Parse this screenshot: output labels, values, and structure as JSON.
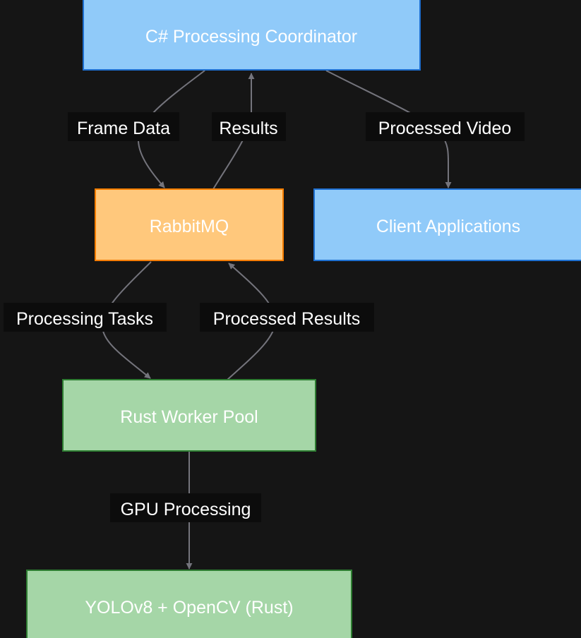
{
  "diagram": {
    "type": "flowchart",
    "colors": {
      "background": "#151515",
      "blue_fill": "#90caf9",
      "blue_stroke": "#1e6fd0",
      "orange_fill": "#ffc87c",
      "orange_stroke": "#f57c00",
      "green_fill": "#a5d6a7",
      "green_stroke": "#2e7d32",
      "edge": "#74747c",
      "label_bg": "#0c0c0c",
      "text": "#ffffff"
    },
    "nodes": [
      {
        "id": "coordinator",
        "label": "C# Processing Coordinator",
        "style": "blue"
      },
      {
        "id": "rabbitmq",
        "label": "RabbitMQ",
        "style": "orange"
      },
      {
        "id": "clients",
        "label": "Client Applications",
        "style": "blue"
      },
      {
        "id": "workers",
        "label": "Rust Worker Pool",
        "style": "green"
      },
      {
        "id": "yolo",
        "label": "YOLOv8 + OpenCV (Rust)",
        "style": "green"
      }
    ],
    "edges": [
      {
        "from": "coordinator",
        "to": "rabbitmq",
        "label": "Frame Data"
      },
      {
        "from": "rabbitmq",
        "to": "coordinator",
        "label": "Results"
      },
      {
        "from": "coordinator",
        "to": "clients",
        "label": "Processed Video"
      },
      {
        "from": "rabbitmq",
        "to": "workers",
        "label": "Processing Tasks"
      },
      {
        "from": "workers",
        "to": "rabbitmq",
        "label": "Processed Results"
      },
      {
        "from": "workers",
        "to": "yolo",
        "label": "GPU Processing"
      }
    ]
  }
}
